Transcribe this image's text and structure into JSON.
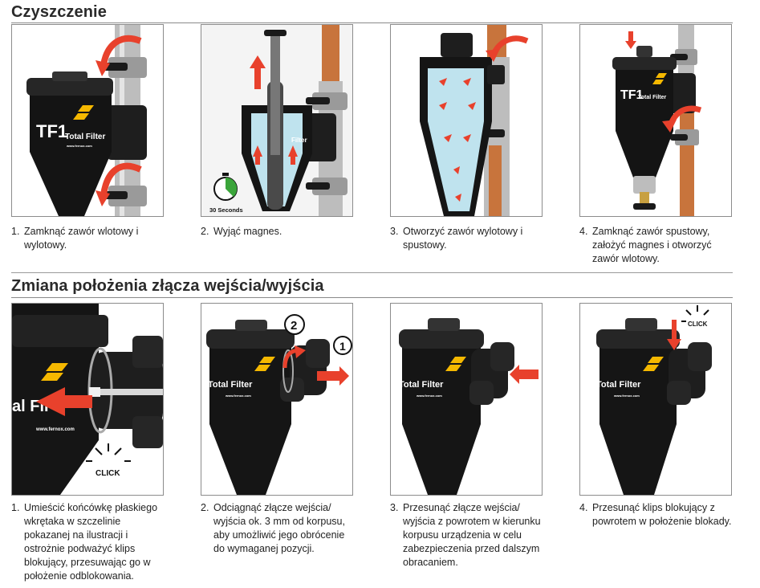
{
  "sections": [
    {
      "title": "Czyszczenie",
      "steps": [
        {
          "num": "1.",
          "text": "Zamknąć zawór wlotowy i wylotowy."
        },
        {
          "num": "2.",
          "text": "Wyjąć magnes."
        },
        {
          "num": "3.",
          "text": "Otworzyć zawór wylotowy i spustowy."
        },
        {
          "num": "4.",
          "text": "Zamknąć zawór spustowy, założyć magnes i otworzyć zawór wlotowy."
        }
      ]
    },
    {
      "title": "Zmiana położenia złącza wejścia/wyjścia",
      "steps": [
        {
          "num": "1.",
          "text": "Umieścić końcówkę płaskiego wkrętaka w szczelinie pokazanej na ilustracji i ostrożnie podważyć klips blokujący, przesuwając go w położenie odblokowania."
        },
        {
          "num": "2.",
          "text": "Odciągnąć złącze wejścia/ wyjścia ok. 3 mm od korpusu, aby umożliwić jego obrócenie do wymaganej pozycji."
        },
        {
          "num": "3.",
          "text": "Przesunąć złącze wejścia/ wyjścia z powrotem w kierunku korpusu urządzenia w celu zabezpieczenia przed dalszym obracaniem."
        },
        {
          "num": "4.",
          "text": "Przesunąć klips blokujący z powrotem w położenie blokady."
        }
      ]
    }
  ],
  "images": {
    "tf1": "TF1",
    "total_filter": "Total Filter",
    "filter_short": "Filter",
    "partial_brand": "al Fil",
    "web": "www.fernox.com",
    "timer": "30 Seconds",
    "click": "CLICK",
    "marker_1": "1",
    "marker_2": "2"
  },
  "colors": {
    "arrow": "#e8412c",
    "body": "#111111",
    "pipe_copper": "#c8743c",
    "valve_handle": "#1a1a1a",
    "water": "#bfe3ee",
    "logo_yellow": "#f5b800",
    "timer_green": "#3aa53a"
  }
}
